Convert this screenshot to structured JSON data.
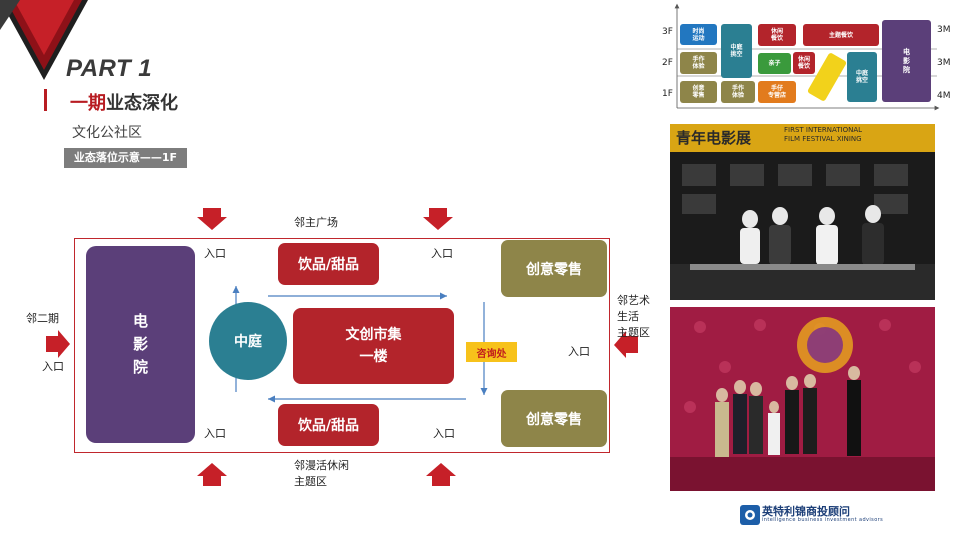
{
  "header": {
    "part": "PART 1",
    "title_red": "一期",
    "title_rest": "业态深化",
    "subtitle": "文化公社区",
    "tag": "业态落位示意——1F"
  },
  "diagram": {
    "cinema": [
      "电",
      "影",
      "院"
    ],
    "courtyard": "中庭",
    "drink_top": "饮品/甜品",
    "drink_bottom": "饮品/甜品",
    "market": [
      "文创市集",
      "一楼"
    ],
    "retail_top": "创意零售",
    "retail_bottom": "创意零售",
    "info_desk": "咨询处",
    "neighbor_top": "邻主广场",
    "neighbor_left": "邻二期",
    "neighbor_right": [
      "邻艺术",
      "生活",
      "主题区"
    ],
    "neighbor_bottom": [
      "邻漫活休闲",
      "主题区"
    ],
    "entrance": "入口"
  },
  "floor_chart": {
    "floors": [
      "3F",
      "2F",
      "1F"
    ],
    "heights": [
      "3M",
      "3M",
      "4M"
    ],
    "blocks": {
      "fashion": [
        "时尚",
        "运动"
      ],
      "atrium_a": [
        "中庭",
        "挑空"
      ],
      "leisure_3f": [
        "休闲",
        "餐饮"
      ],
      "theme_dining": "主题餐饮",
      "cinema": [
        "电",
        "影",
        "院"
      ],
      "craft_2f": [
        "手作",
        "体验"
      ],
      "kids": "亲子",
      "leisure_2f": [
        "休闲",
        "餐饮"
      ],
      "creative_1f": [
        "创意",
        "零售"
      ],
      "craft_1f": [
        "手作",
        "体验"
      ],
      "craft_shop": [
        "手仔",
        "专营店"
      ],
      "atrium_b": [
        "中庭",
        "挑空"
      ]
    },
    "colors": {
      "blue": "#2277c0",
      "teal": "#2b7f92",
      "red": "#b3242b",
      "green": "#3a9a3c",
      "olive": "#8e8549",
      "orange": "#e27b1d",
      "purple": "#5b3f79",
      "yellow": "#f2d21b"
    }
  },
  "photos": {
    "photo1_banner": [
      "FIRST INTERNATIONAL",
      "FILM FESTIVAL XINING"
    ],
    "photo1_title": "青年电影展"
  },
  "logo": {
    "name": "英特利锦商投顾问",
    "tagline": "intelligence business investment advisors"
  },
  "colors": {
    "accent_red": "#b81c22",
    "purple": "#5b3f79",
    "teal": "#2b7f92",
    "olive": "#8e8549",
    "flow_blue": "#4a7fc0",
    "info_yellow": "#f7c21b"
  }
}
